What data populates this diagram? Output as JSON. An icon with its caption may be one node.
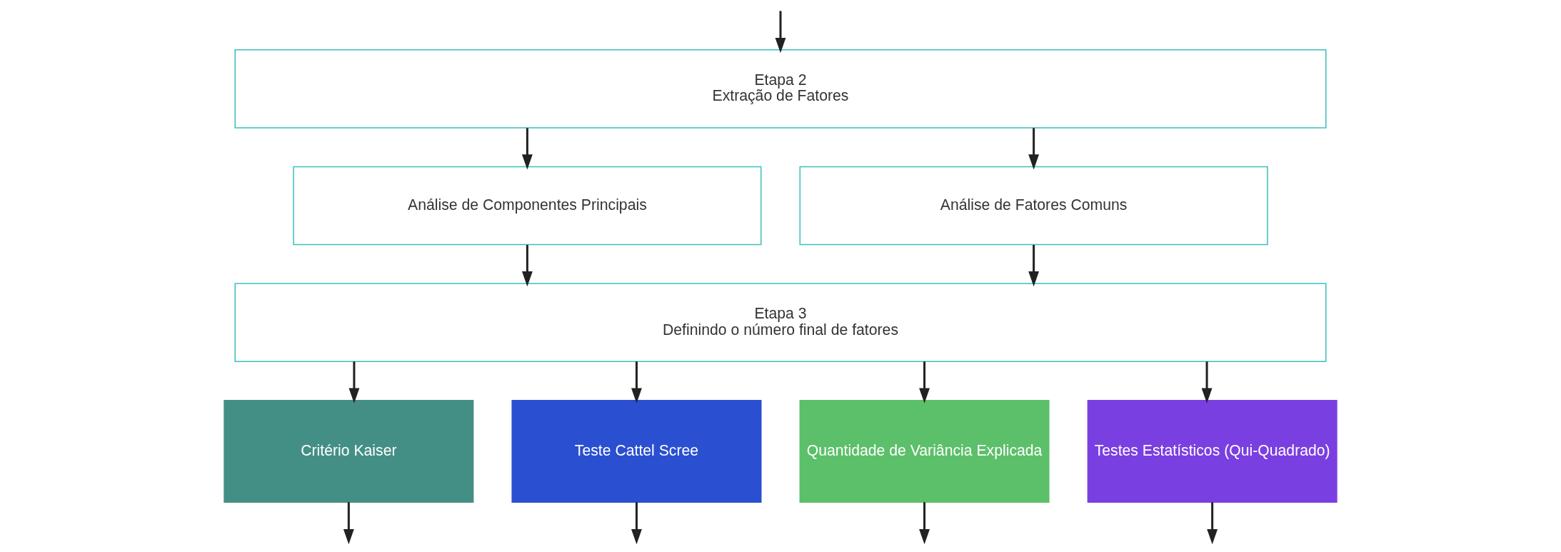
{
  "diagram": {
    "nodes": [
      {
        "text": [
          "Etapa 2",
          "Extração de Fatores"
        ]
      },
      {
        "text": [
          "Análise de Componentes Principais"
        ]
      },
      {
        "text": [
          "Análise de Fatores Comuns"
        ]
      },
      {
        "text": [
          "Etapa 3",
          "Definindo o número final de fatores"
        ]
      },
      {
        "text": [
          "Critério Kaiser"
        ]
      },
      {
        "text": [
          "Teste Cattel Scree"
        ]
      },
      {
        "text": [
          "Quantidade de Variância Explicada"
        ]
      },
      {
        "text": [
          "Testes Estatísticos (Qui-Quadrado)"
        ]
      }
    ],
    "edges": [
      {
        "from": null,
        "to": 0,
        "arrow": "to"
      },
      {
        "from": 0,
        "to": 1,
        "arrow": "to"
      },
      {
        "from": 0,
        "to": 2,
        "arrow": "to"
      },
      {
        "from": 1,
        "to": 3,
        "arrow": "to"
      },
      {
        "from": 2,
        "to": 3,
        "arrow": "to"
      },
      {
        "from": 3,
        "to": 4,
        "arrow": "to"
      },
      {
        "from": 3,
        "to": 5,
        "arrow": "to"
      },
      {
        "from": 3,
        "to": 6,
        "arrow": "to"
      },
      {
        "from": 3,
        "to": 7,
        "arrow": "to"
      },
      {
        "from": 4,
        "to": null,
        "arrow": "to"
      },
      {
        "from": 5,
        "to": null,
        "arrow": "to"
      },
      {
        "from": 6,
        "to": null,
        "arrow": "to"
      },
      {
        "from": 7,
        "to": null,
        "arrow": "to"
      }
    ]
  }
}
